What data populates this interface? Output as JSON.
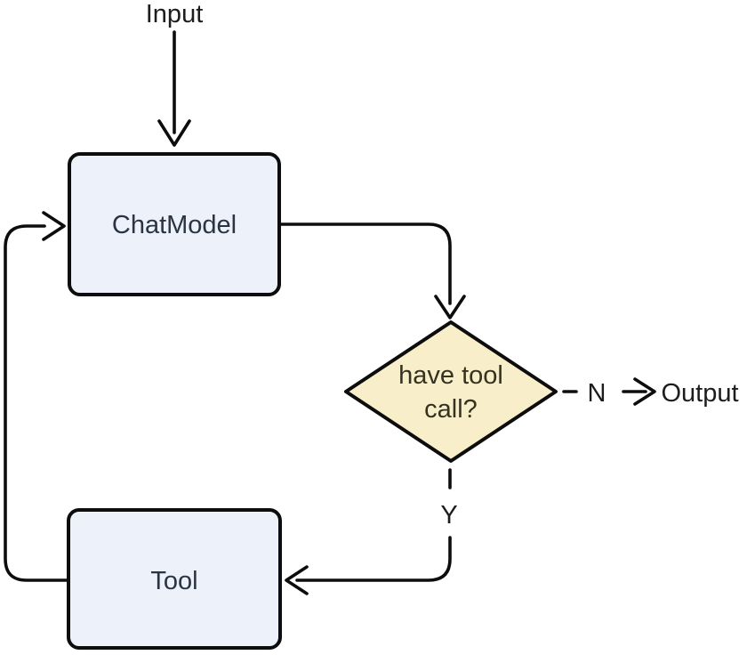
{
  "diagram": {
    "type": "flowchart",
    "background": "#ffffff",
    "colors": {
      "node_fill": "#ECF1FA",
      "decision_fill": "#F8EECA",
      "stroke": "#0d0d0d",
      "node_text": "#2a3442",
      "label_text": "#1d1d1d"
    },
    "nodes": [
      {
        "id": "input",
        "shape": "label",
        "label": "Input"
      },
      {
        "id": "chatmodel",
        "shape": "rounded-rect",
        "label": "ChatModel"
      },
      {
        "id": "decision",
        "shape": "diamond",
        "label_line1": "have tool",
        "label_line2": "call?"
      },
      {
        "id": "tool",
        "shape": "rounded-rect",
        "label": "Tool"
      },
      {
        "id": "output",
        "shape": "label",
        "label": "Output"
      }
    ],
    "edges": [
      {
        "from": "input",
        "to": "chatmodel",
        "label": "",
        "style": "solid"
      },
      {
        "from": "chatmodel",
        "to": "decision",
        "label": "",
        "style": "solid"
      },
      {
        "from": "decision",
        "to": "output",
        "label": "N",
        "style": "dashed"
      },
      {
        "from": "decision",
        "to": "tool",
        "label": "Y",
        "style": "dashed-then-solid"
      },
      {
        "from": "tool",
        "to": "chatmodel",
        "label": "",
        "style": "solid"
      }
    ]
  }
}
